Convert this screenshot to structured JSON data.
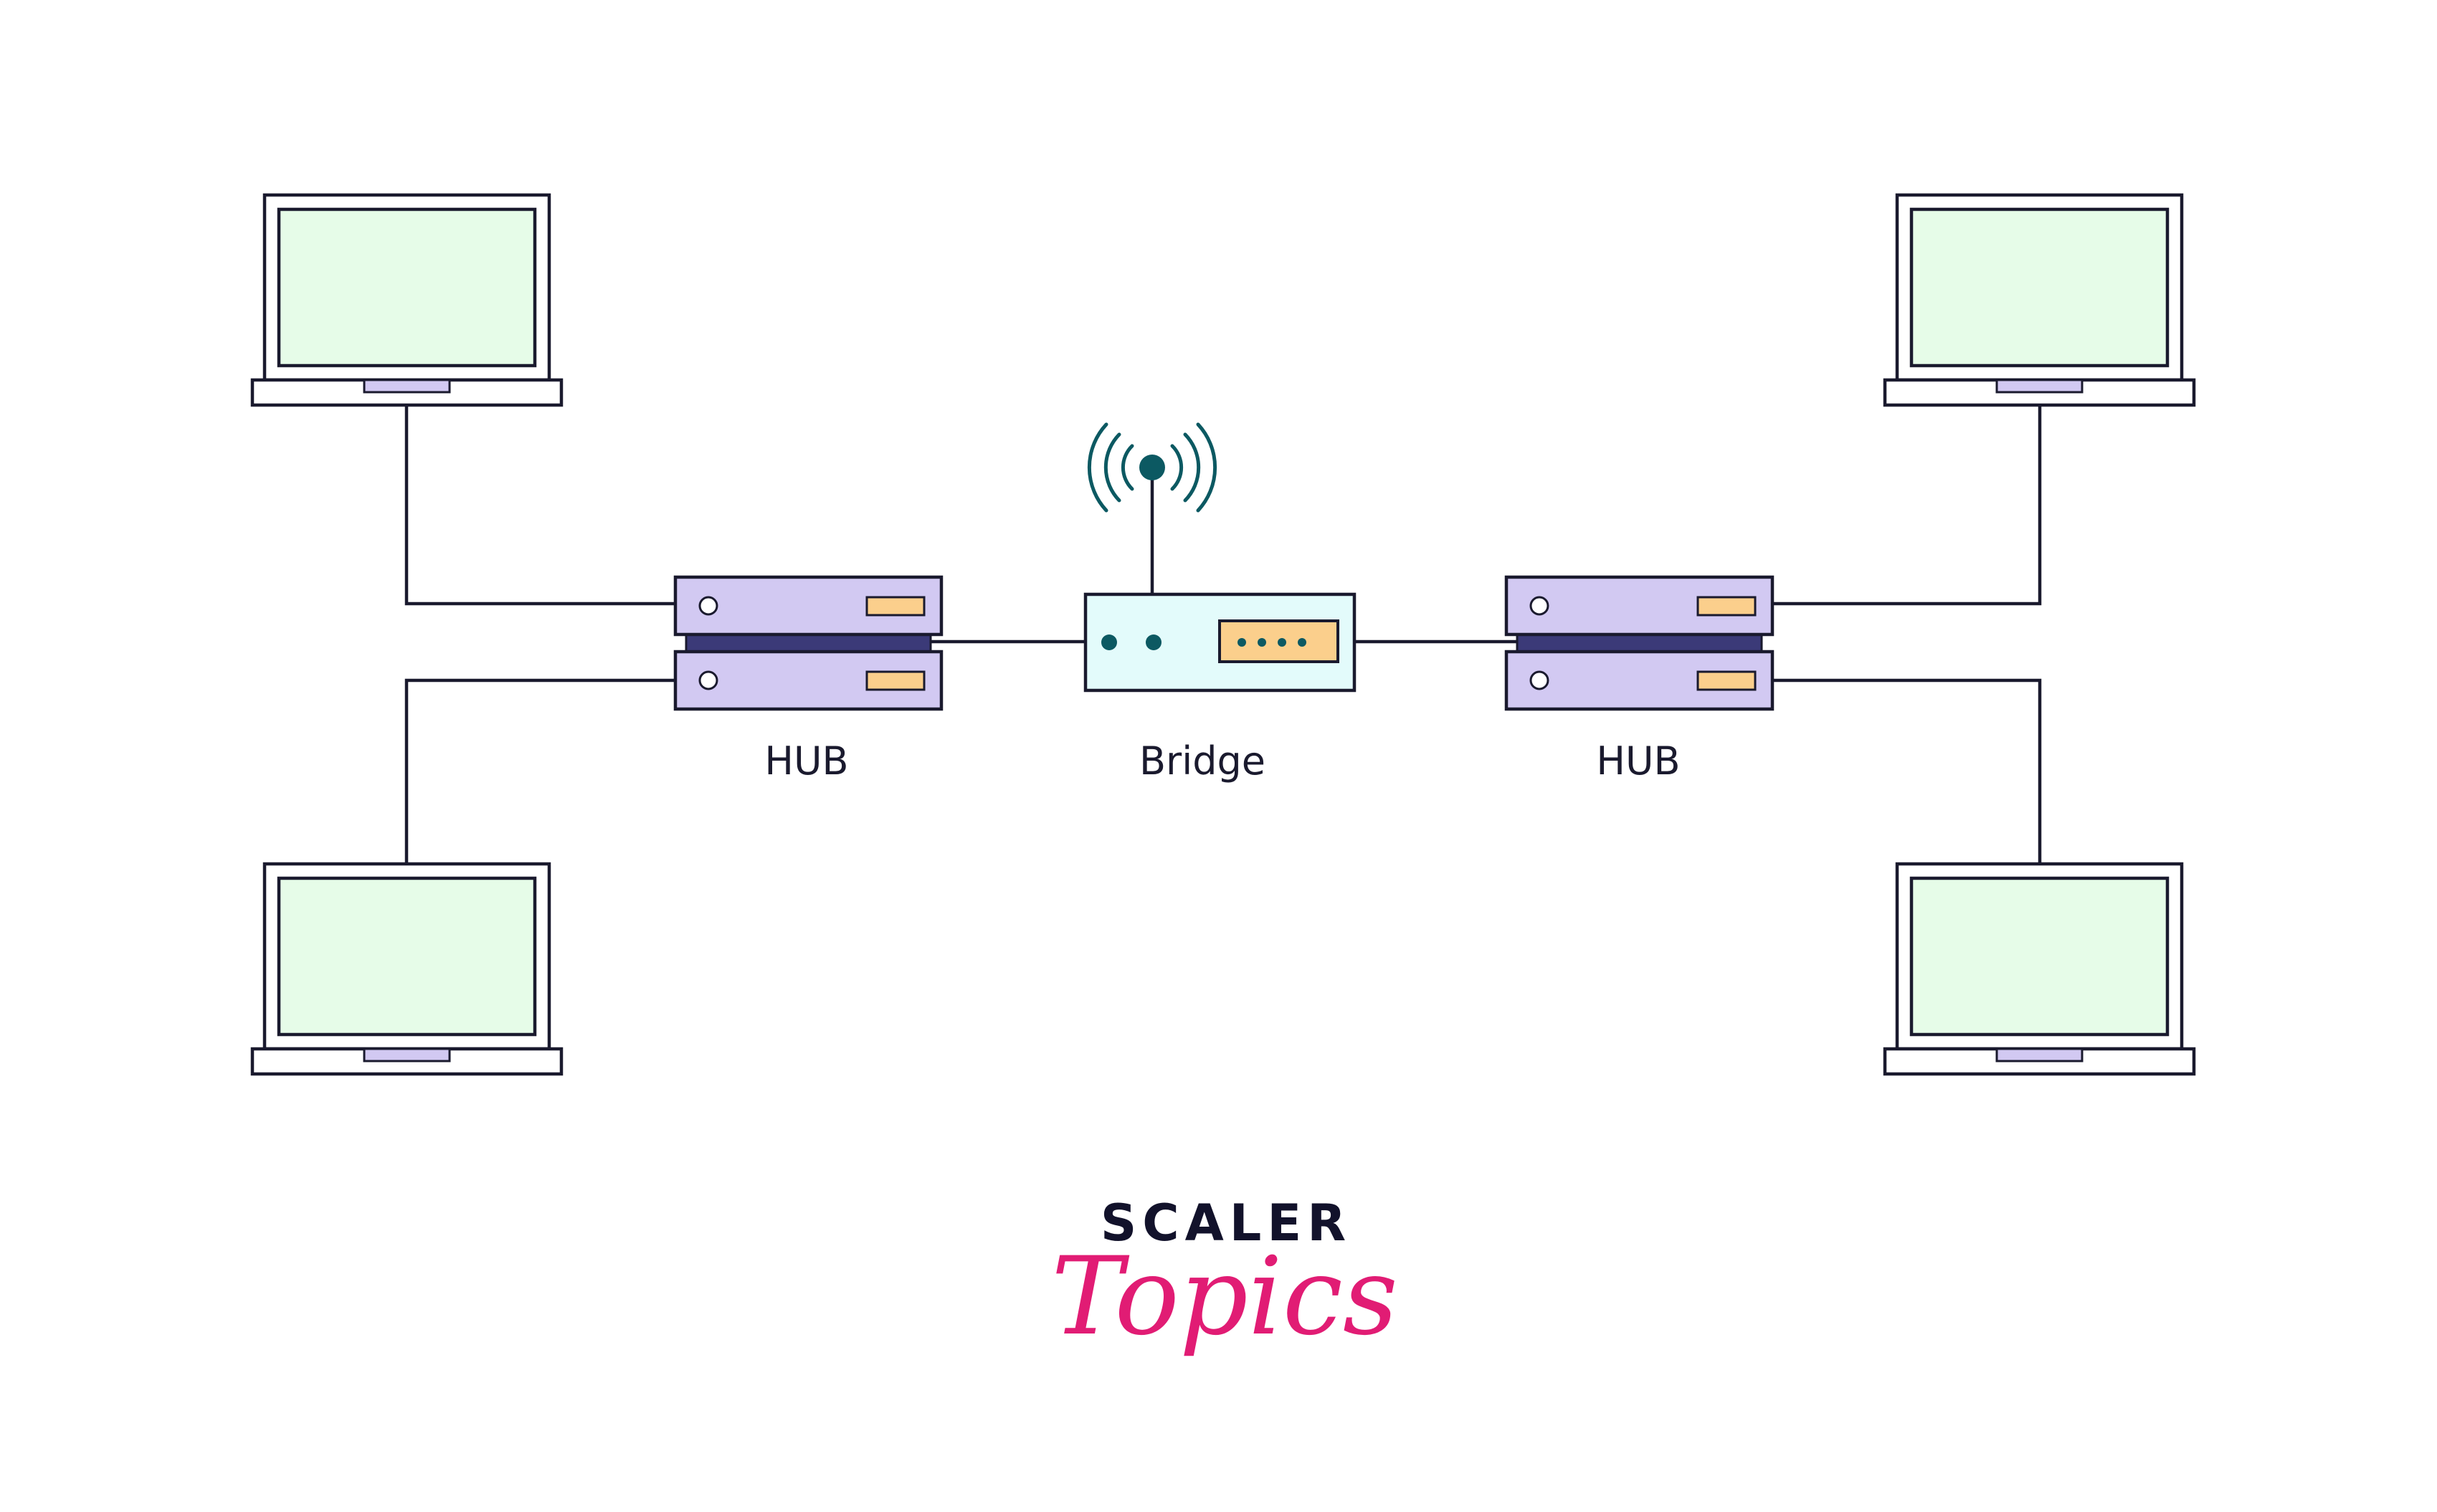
{
  "labels": {
    "hub_left": "HUB",
    "bridge": "Bridge",
    "hub_right": "HUB"
  },
  "logo": {
    "top": "SCALER",
    "bottom": "Topics"
  },
  "colors": {
    "stroke": "#1a1a2e",
    "screen": "#e6fce8",
    "hub_fill": "#d2c9f2",
    "hub_bar": "#3b3a78",
    "hub_port": "#fbcf8c",
    "bridge_fill": "#e3fbfb",
    "antenna": "#0c5962",
    "logo_top": "#12122b",
    "logo_bottom": "#e11c74"
  },
  "icons": {
    "computer": "laptop-icon",
    "hub": "hub-icon",
    "bridge": "wireless-bridge-icon"
  }
}
